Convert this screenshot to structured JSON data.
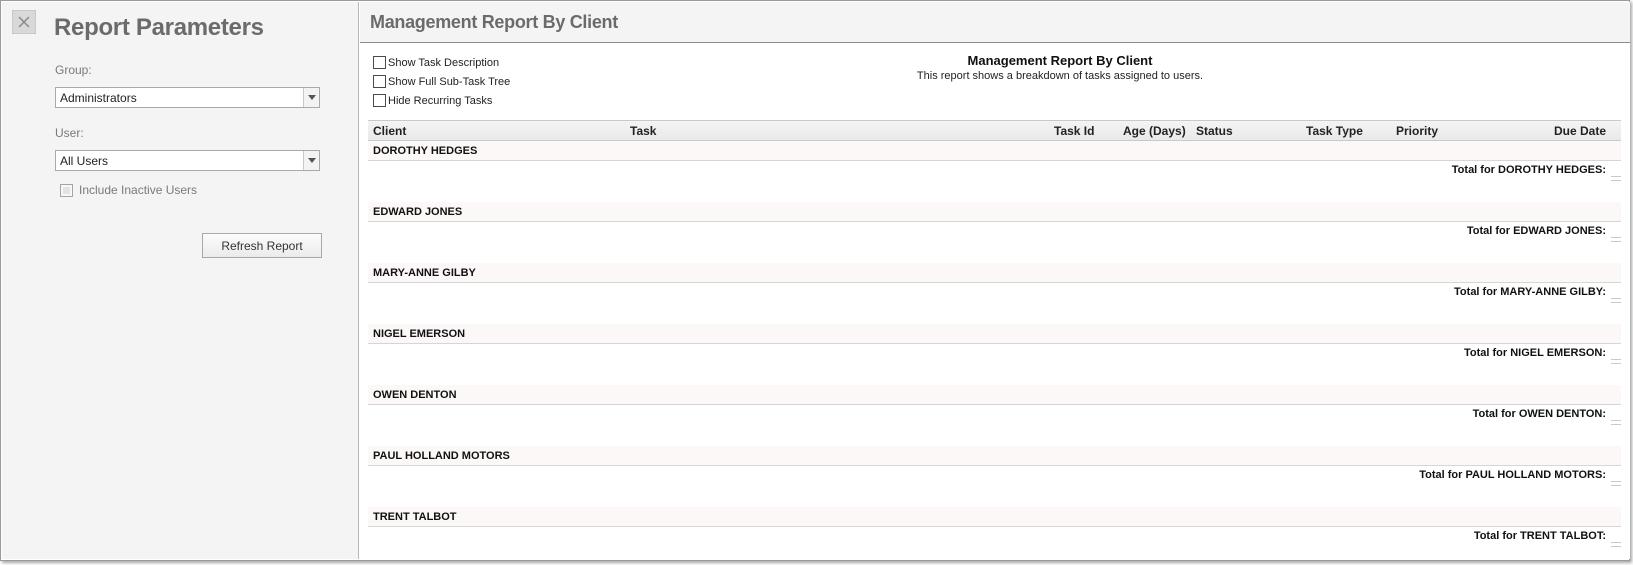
{
  "sidebar": {
    "title": "Report Parameters",
    "close_icon": "close-icon",
    "group_label": "Group:",
    "group_value": "Administrators",
    "user_label": "User:",
    "user_value": "All Users",
    "include_inactive_label": "Include Inactive Users",
    "refresh_label": "Refresh Report"
  },
  "report": {
    "header_title": "Management Report By Client",
    "options": [
      {
        "label": "Show Task Description",
        "checked": false
      },
      {
        "label": "Show Full Sub-Task Tree",
        "checked": false
      },
      {
        "label": "Hide Recurring Tasks",
        "checked": false
      }
    ],
    "title": "Management Report By Client",
    "subtitle": "This report shows a breakdown of tasks assigned to users.",
    "columns": [
      "Client",
      "Task",
      "Task Id",
      "Age (Days)",
      "Status",
      "Task Type",
      "Priority",
      "Due Date"
    ],
    "groups": [
      {
        "client": "DOROTHY HEDGES",
        "total_label": "Total for DOROTHY HEDGES:"
      },
      {
        "client": "EDWARD JONES",
        "total_label": "Total for EDWARD JONES:"
      },
      {
        "client": "MARY-ANNE GILBY",
        "total_label": "Total for MARY-ANNE GILBY:"
      },
      {
        "client": "NIGEL EMERSON",
        "total_label": "Total for NIGEL EMERSON:"
      },
      {
        "client": "OWEN DENTON",
        "total_label": "Total for OWEN DENTON:"
      },
      {
        "client": "PAUL HOLLAND MOTORS",
        "total_label": "Total for PAUL HOLLAND MOTORS:"
      },
      {
        "client": "TRENT TALBOT",
        "total_label": "Total for TRENT TALBOT:"
      }
    ]
  },
  "colors": {
    "panel_bg": "#f4f4f4",
    "group_row_bg": "#fdf8f8",
    "title_grey": "#6b6b6b"
  }
}
